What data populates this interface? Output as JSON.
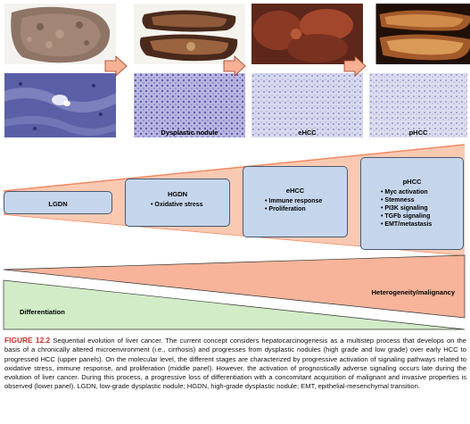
{
  "panels": [
    {
      "label": "",
      "photo_icon": "liver-cirrhosis-photo",
      "micro_icon": "cirrhosis-histology"
    },
    {
      "label": "Dysplastic nodule",
      "photo_icon": "dysplastic-nodule-photo",
      "micro_icon": "dysplastic-histology"
    },
    {
      "label": "eHCC",
      "photo_icon": "ehcc-photo",
      "micro_icon": "ehcc-histology"
    },
    {
      "label": "pHCC",
      "photo_icon": "phcc-photo",
      "micro_icon": "phcc-histology"
    }
  ],
  "stages": [
    {
      "title": "LGDN",
      "items": []
    },
    {
      "title": "HGDN",
      "items": [
        "Oxidative stress"
      ]
    },
    {
      "title": "eHCC",
      "items": [
        "Immune response",
        "Proliferation"
      ]
    },
    {
      "title": "pHCC",
      "items": [
        "Myc activation",
        "Stemness",
        "PI3K signaling",
        "TGFb signaling",
        "EMT/metastasis"
      ]
    }
  ],
  "wedges": {
    "heterogeneity_label": "Heterogeneity/malignancy",
    "differentiation_label": "Differentiation"
  },
  "colors": {
    "arrow": "#f6b094",
    "stage_box": "#c5d6ec",
    "upper_wedge": "#f9c9b2",
    "heterogeneity": "#f7b49a",
    "differentiation": "#d1ecc6",
    "figure_label": "#c8312e"
  },
  "caption": {
    "figure_label": "FIGURE 12.2",
    "text": "Sequential evolution of liver cancer. The current concept considers hepatocarcinogenesis as a multistep process that develops on the basis of a chronically altered microenvironment (i.e., cirrhosis) and progresses from dysplastic nodules (high grade and low grade) over early HCC to progressed HCC (upper panels). On the molecular level, the different stages are characterized by progressive activation of signaling pathways related to oxidative stress, immune response, and proliferation (middle panel). However, the activation of prognostically adverse signaling occurs late during the evolution of liver cancer. During this process, a progressive loss of differentiation with a concomitant acquisition of malignant and invasive properties is observed (lower panel). LGDN, low-grade dysplastic nodule; HGDN, high-grade dysplastic nodule; EMT, epithelial-mesenchymal transition."
  }
}
